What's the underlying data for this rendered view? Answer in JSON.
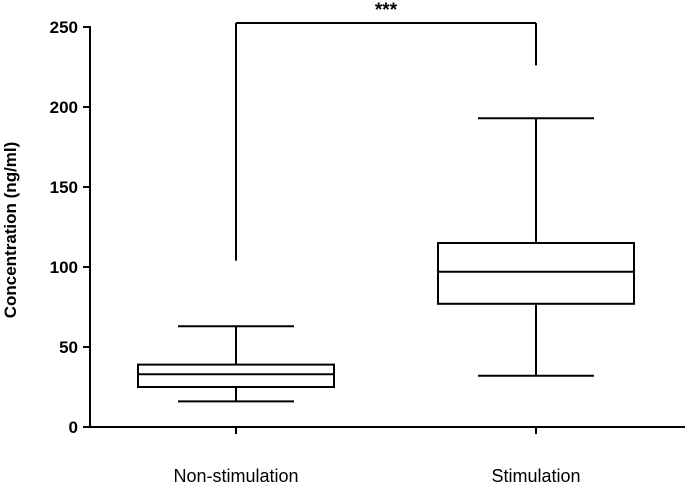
{
  "chart_data": {
    "type": "box",
    "title": "",
    "xlabel": "",
    "ylabel": "Concentration (ng/ml)",
    "ylim": [
      0,
      250
    ],
    "yticks": [
      0,
      50,
      100,
      150,
      200,
      250
    ],
    "ytick_labels": [
      "0",
      "50",
      "100",
      "150",
      "200",
      "250"
    ],
    "categories": [
      "Non-stimulation",
      "Stimulation"
    ],
    "boxes": [
      {
        "category": "Non-stimulation",
        "min": 16,
        "q1": 25,
        "median": 33,
        "q3": 39,
        "max": 63
      },
      {
        "category": "Stimulation",
        "min": 32,
        "q1": 77,
        "median": 97,
        "q3": 115,
        "max": 193
      }
    ],
    "significance": {
      "label": "***",
      "between": [
        "Non-stimulation",
        "Stimulation"
      ],
      "bracket_y": 250,
      "left_end_y": 104,
      "right_end_y": 226
    },
    "grid": false,
    "legend": "none"
  }
}
